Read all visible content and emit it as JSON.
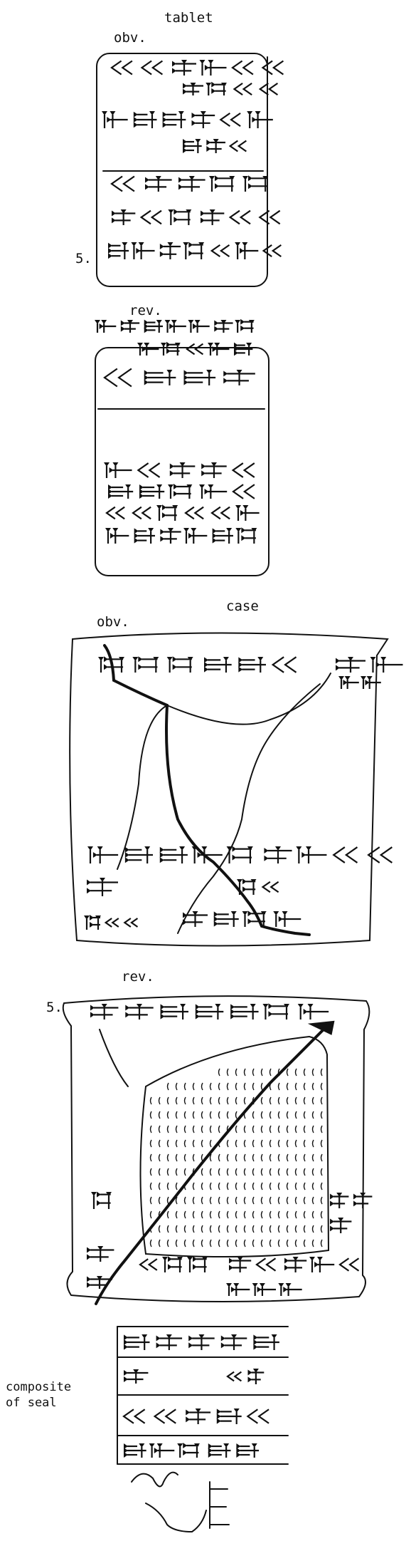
{
  "sections": {
    "tablet": {
      "title": "tablet",
      "obverse": {
        "label": "obv.",
        "line_marker": "5."
      },
      "reverse": {
        "label": "rev."
      }
    },
    "case": {
      "title": "case",
      "obverse": {
        "label": "obv."
      },
      "reverse": {
        "label": "rev.",
        "line_marker": "5."
      }
    },
    "seal": {
      "caption": "composite\nof seal"
    }
  },
  "colors": {
    "ink": "#111111",
    "background": "#ffffff"
  }
}
